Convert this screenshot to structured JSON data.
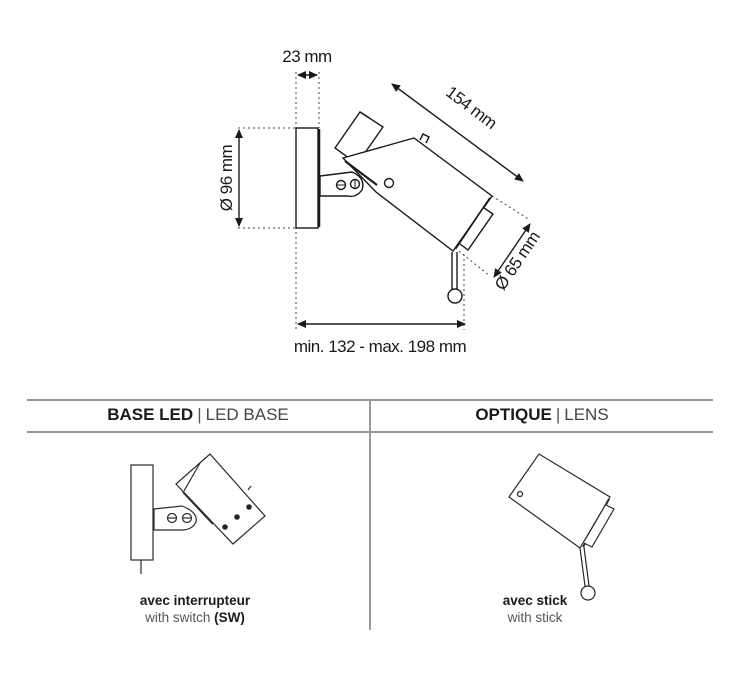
{
  "main_drawing": {
    "dimensions": {
      "depth": "23 mm",
      "length": "154 mm",
      "base_diameter": "Ø 96 mm",
      "head_diameter": "Ø 65 mm",
      "projection": "min. 132 - max. 198 mm"
    }
  },
  "options_table": {
    "columns": [
      {
        "title_fr": "BASE LED",
        "separator": "|",
        "title_en": "LED BASE",
        "caption_fr": "avec interrupteur",
        "caption_en": "with switch",
        "caption_code": "(SW)"
      },
      {
        "title_fr": "OPTIQUE",
        "separator": "|",
        "title_en": "LENS",
        "caption_fr": "avec stick",
        "caption_en": "with stick"
      }
    ]
  },
  "colors": {
    "line": "#1a1a1a",
    "table_rule": "#9a9a9a",
    "secondary_text": "#555555"
  }
}
